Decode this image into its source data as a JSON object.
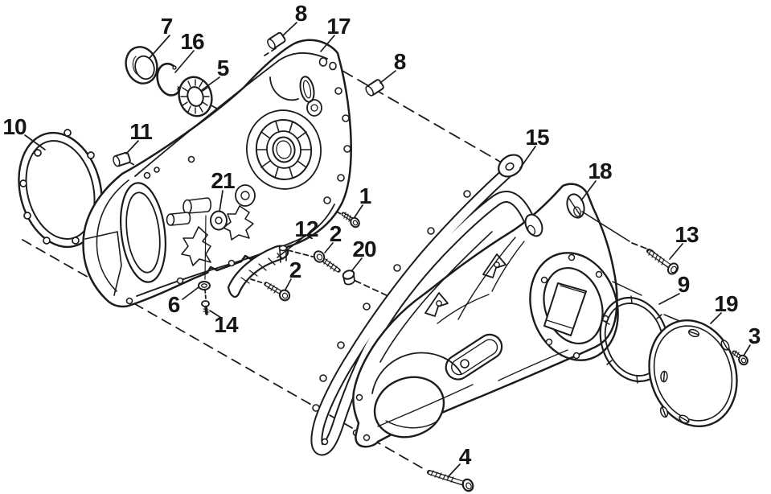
{
  "figure": {
    "colors": {
      "background": "#ffffff",
      "ink": "#1c1c1c"
    },
    "callouts": {
      "c1": {
        "label": "1"
      },
      "c2a": {
        "label": "2"
      },
      "c2b": {
        "label": "2"
      },
      "c3": {
        "label": "3"
      },
      "c4": {
        "label": "4"
      },
      "c5": {
        "label": "5"
      },
      "c6": {
        "label": "6"
      },
      "c7": {
        "label": "7"
      },
      "c8a": {
        "label": "8"
      },
      "c8b": {
        "label": "8"
      },
      "c9": {
        "label": "9"
      },
      "c10": {
        "label": "10"
      },
      "c11": {
        "label": "11"
      },
      "c12": {
        "label": "12"
      },
      "c13": {
        "label": "13"
      },
      "c14": {
        "label": "14"
      },
      "c15": {
        "label": "15"
      },
      "c16": {
        "label": "16"
      },
      "c17": {
        "label": "17"
      },
      "c18": {
        "label": "18"
      },
      "c19": {
        "label": "19"
      },
      "c20": {
        "label": "20"
      },
      "c21": {
        "label": "21"
      }
    }
  }
}
